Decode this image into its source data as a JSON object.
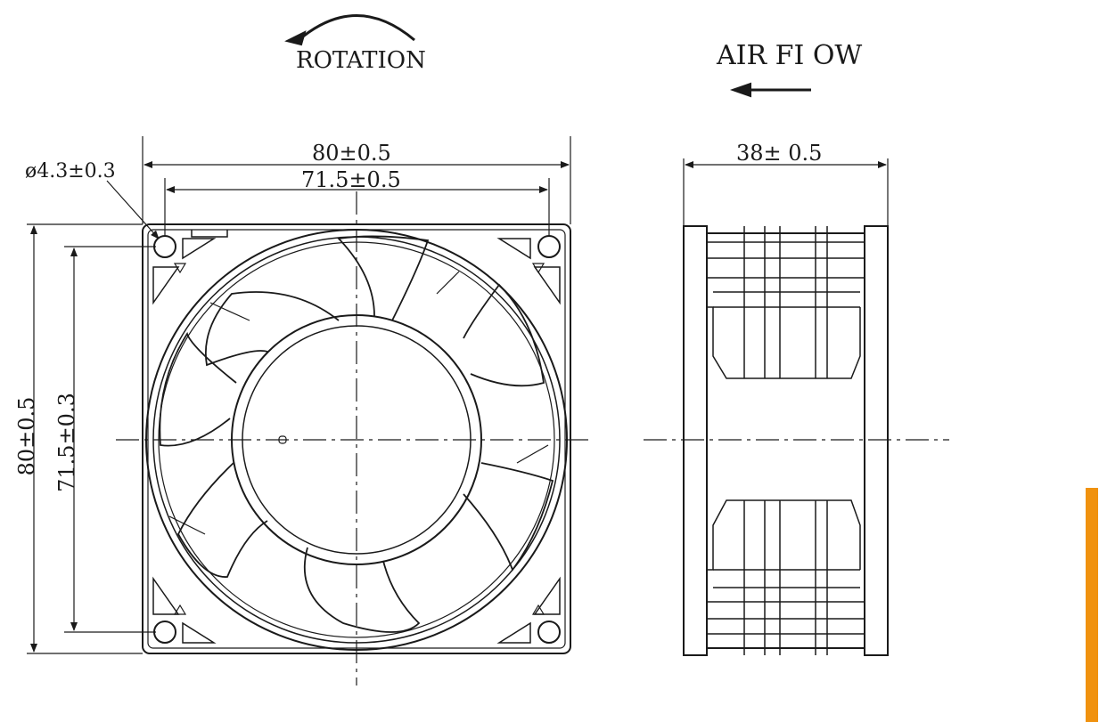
{
  "labels": {
    "rotation": "ROTATION",
    "airflow": "AIR FI OW",
    "front_width_outer": "80±0.5",
    "front_width_hole": "71.5±0.5",
    "hole_diameter": "ø4.3±0.3",
    "front_height_outer": "80±0.5",
    "front_height_hole": "71.5±0.3",
    "side_depth": "38± 0.5"
  },
  "colors": {
    "line": "#1a1a1a",
    "accent": "#f0920f",
    "background": "#ffffff"
  },
  "icons": {
    "rotation_arrow": "curved-arrow-counterclockwise",
    "airflow_arrow": "arrow-left"
  }
}
